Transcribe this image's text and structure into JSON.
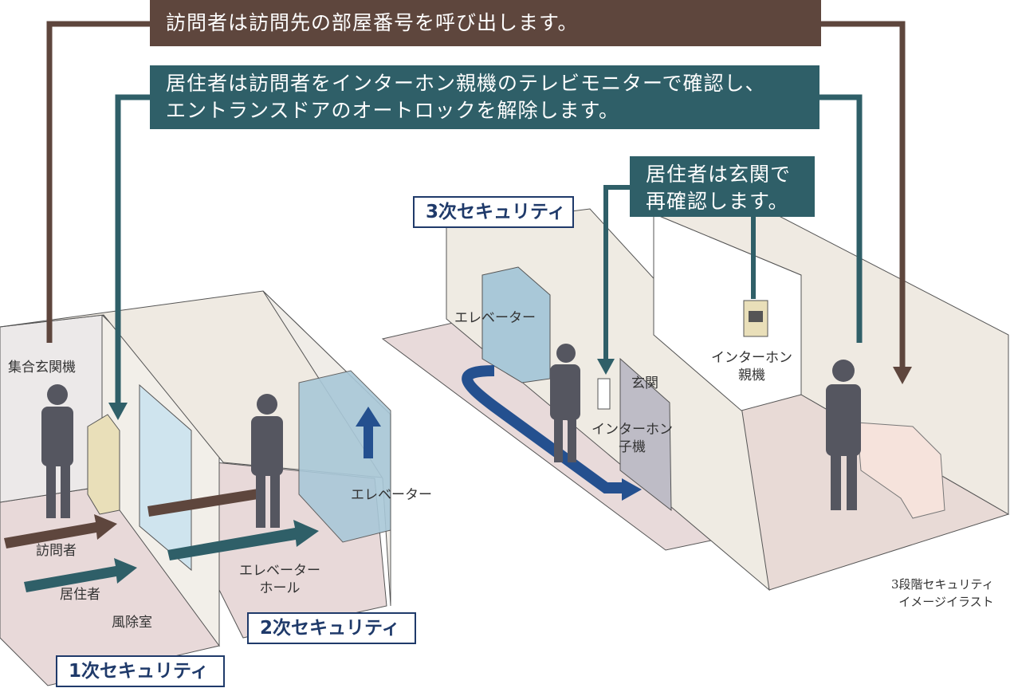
{
  "banners": {
    "visitor_call": "訪問者は訪問先の部屋番号を呼び出します。",
    "resident_confirm_line1": "居住者は訪問者をインターホン親機のテレビモニターで確認し、",
    "resident_confirm_line2": "エントランスドアのオートロックを解除します。",
    "reconfirm_line1": "居住者は玄関で",
    "reconfirm_line2": "再確認します。"
  },
  "security_levels": {
    "first": "1次セキュリティ",
    "second": "2次セキュリティ",
    "third": "3次セキュリティ"
  },
  "labels": {
    "entrance_panel": "集合玄関機",
    "visitor": "訪問者",
    "resident": "居住者",
    "windbreak_room": "風除室",
    "elevator_left": "エレベーター",
    "elevator_hall_line1": "エレベーター",
    "elevator_hall_line2": "ホール",
    "elevator_right": "エレベーター",
    "front_door": "玄関",
    "intercom_sub_line1": "インターホン",
    "intercom_sub_line2": "子機",
    "intercom_main_line1": "インターホン",
    "intercom_main_line2": "親機",
    "caption_line1": "3段階セキュリティ",
    "caption_line2": "イメージイラスト"
  },
  "colors": {
    "brown": "#5e463d",
    "teal": "#2f5f68",
    "navy": "#1f3a6a",
    "arrow_blue": "#24508f"
  }
}
